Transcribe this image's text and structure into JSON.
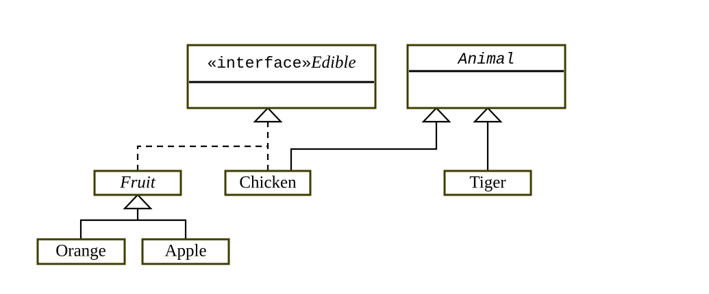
{
  "diagram": {
    "kind": "uml-class-diagram",
    "background_color": "#ffffff",
    "box_border_color": "#3d3d00",
    "box_fill_color": "#ffffff",
    "line_color": "#000000",
    "classes": [
      {
        "id": "edible",
        "stereotype": "«interface»",
        "name": "Edible",
        "kind": "interface",
        "abstract": true,
        "compartments": 2
      },
      {
        "id": "animal",
        "stereotype": "",
        "name": "Animal",
        "kind": "abstract-class",
        "abstract": true,
        "compartments": 2
      },
      {
        "id": "fruit",
        "stereotype": "",
        "name": "Fruit",
        "kind": "abstract-class",
        "abstract": true,
        "compartments": 1
      },
      {
        "id": "chicken",
        "stereotype": "",
        "name": "Chicken",
        "kind": "class",
        "abstract": false,
        "compartments": 1
      },
      {
        "id": "tiger",
        "stereotype": "",
        "name": "Tiger",
        "kind": "class",
        "abstract": false,
        "compartments": 1
      },
      {
        "id": "orange",
        "stereotype": "",
        "name": "Orange",
        "kind": "class",
        "abstract": false,
        "compartments": 1
      },
      {
        "id": "apple",
        "stereotype": "",
        "name": "Apple",
        "kind": "class",
        "abstract": false,
        "compartments": 1
      }
    ],
    "relationships": [
      {
        "id": "fruit-implements-edible",
        "from": "fruit",
        "to": "edible",
        "type": "realization",
        "line": "dashed",
        "arrowhead": "hollow-triangle"
      },
      {
        "id": "chicken-implements-edible",
        "from": "chicken",
        "to": "edible",
        "type": "realization",
        "line": "dashed",
        "arrowhead": "hollow-triangle"
      },
      {
        "id": "chicken-extends-animal",
        "from": "chicken",
        "to": "animal",
        "type": "generalization",
        "line": "solid",
        "arrowhead": "hollow-triangle"
      },
      {
        "id": "tiger-extends-animal",
        "from": "tiger",
        "to": "animal",
        "type": "generalization",
        "line": "solid",
        "arrowhead": "hollow-triangle"
      },
      {
        "id": "orange-extends-fruit",
        "from": "orange",
        "to": "fruit",
        "type": "generalization",
        "line": "solid",
        "arrowhead": "hollow-triangle"
      },
      {
        "id": "apple-extends-fruit",
        "from": "apple",
        "to": "fruit",
        "type": "generalization",
        "line": "solid",
        "arrowhead": "hollow-triangle"
      }
    ]
  }
}
